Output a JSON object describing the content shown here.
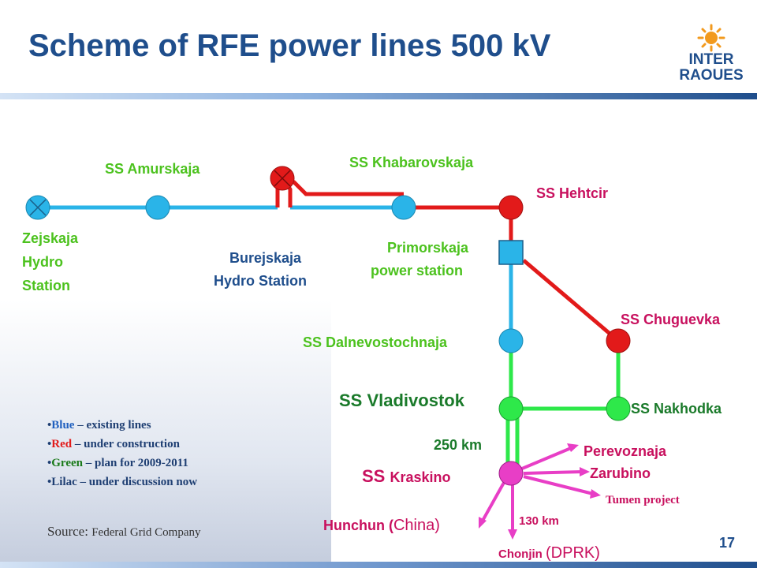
{
  "title": "Scheme of RFE power lines 500 kV",
  "logo": {
    "line1": "INTER",
    "line2": "RAOUES"
  },
  "colors": {
    "existing": "#2ab4e8",
    "construction": "#e21a1a",
    "plan": "#2ee84a",
    "discussion": "#e83ec6",
    "title": "#1f4e8c"
  },
  "labels": {
    "amurskaja": "SS Amurskaja",
    "khabarovskaja": "SS Khabarovskaja",
    "hehtcir": "SS Hehtcir",
    "zejskaja_1": "Zejskaja",
    "zejskaja_2": "Hydro",
    "zejskaja_3": "Station",
    "burejskaja_1": "Burejskaja",
    "burejskaja_2": "Hydro Station",
    "primorskaja_1": "Primorskaja",
    "primorskaja_2": "power station",
    "chuguevka": "SS Chuguevka",
    "dalnevostochnaja": "SS Dalnevostochnaja",
    "vladivostok": "SS Vladivostok",
    "nakhodka": "SS Nakhodka",
    "distance_250": "250 km",
    "kraskino_ss": "SS ",
    "kraskino_name": "Kraskino",
    "perevoznaja": "Perevoznaja",
    "zarubino": "Zarubino",
    "tumen": "Tumen project",
    "hunchun_name": "Hunchun (",
    "hunchun_country": "China)",
    "distance_130": "130 km",
    "chonjin_name": "Chonjin ",
    "chonjin_country": "(DPRK)"
  },
  "legend": [
    {
      "key": "Blue",
      "rest": " – existing lines",
      "color": "#1f5fbf"
    },
    {
      "key": "Red",
      "rest": " – under construction",
      "color": "#e21a1a"
    },
    {
      "key": "Green",
      "rest": " – plan for 2009-2011",
      "color": "#1a7a1a"
    },
    {
      "key": "Lilac",
      "rest": " – under discussion now",
      "color": "#1f3f73"
    }
  ],
  "source": {
    "label": "Source: ",
    "name": "Federal Grid Company"
  },
  "page_number": "17"
}
